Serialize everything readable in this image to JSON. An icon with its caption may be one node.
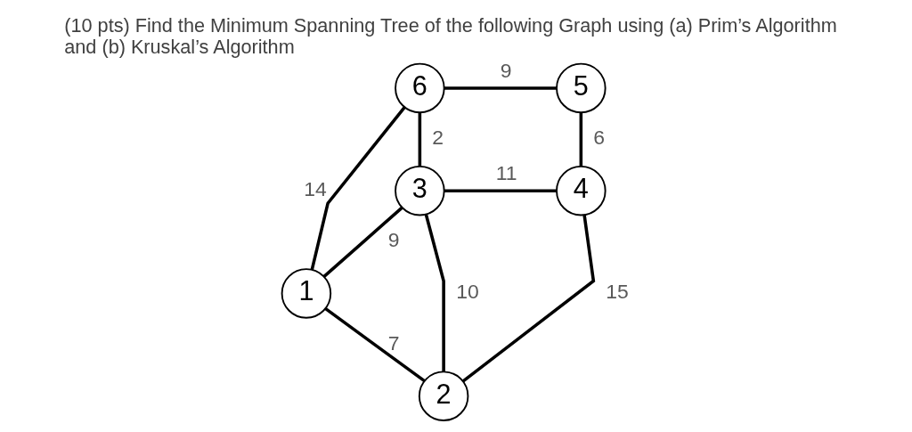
{
  "diagram": {
    "title": "(10 pts) Find the Minimum Spanning Tree of the following Graph using (a) Prim’s Algorithm and (b) Kruskal’s Algorithm",
    "nodes": [
      {
        "text": [
          "5"
        ]
      },
      {
        "text": [
          "6"
        ]
      },
      {
        "text": [
          "3"
        ]
      },
      {
        "text": [
          "4"
        ]
      },
      {
        "text": [
          "1"
        ]
      },
      {
        "text": [
          "2"
        ]
      }
    ],
    "edges": [
      {
        "from": 1,
        "to": 0,
        "arrow": "none",
        "label": "9"
      },
      {
        "from": 0,
        "to": 3,
        "arrow": "none",
        "label": "6"
      },
      {
        "from": 1,
        "to": 2,
        "arrow": "none",
        "label": "2"
      },
      {
        "from": 2,
        "to": 3,
        "arrow": "none",
        "label": "11"
      },
      {
        "from": 1,
        "to": 4,
        "arrow": "none",
        "label": "14"
      },
      {
        "from": 2,
        "to": 4,
        "arrow": "none",
        "label": "9"
      },
      {
        "from": 2,
        "to": 5,
        "arrow": "none",
        "label": "10"
      },
      {
        "from": 4,
        "to": 5,
        "arrow": "none",
        "label": "7"
      },
      {
        "from": 5,
        "to": 3,
        "arrow": "none",
        "label": "15"
      }
    ]
  }
}
